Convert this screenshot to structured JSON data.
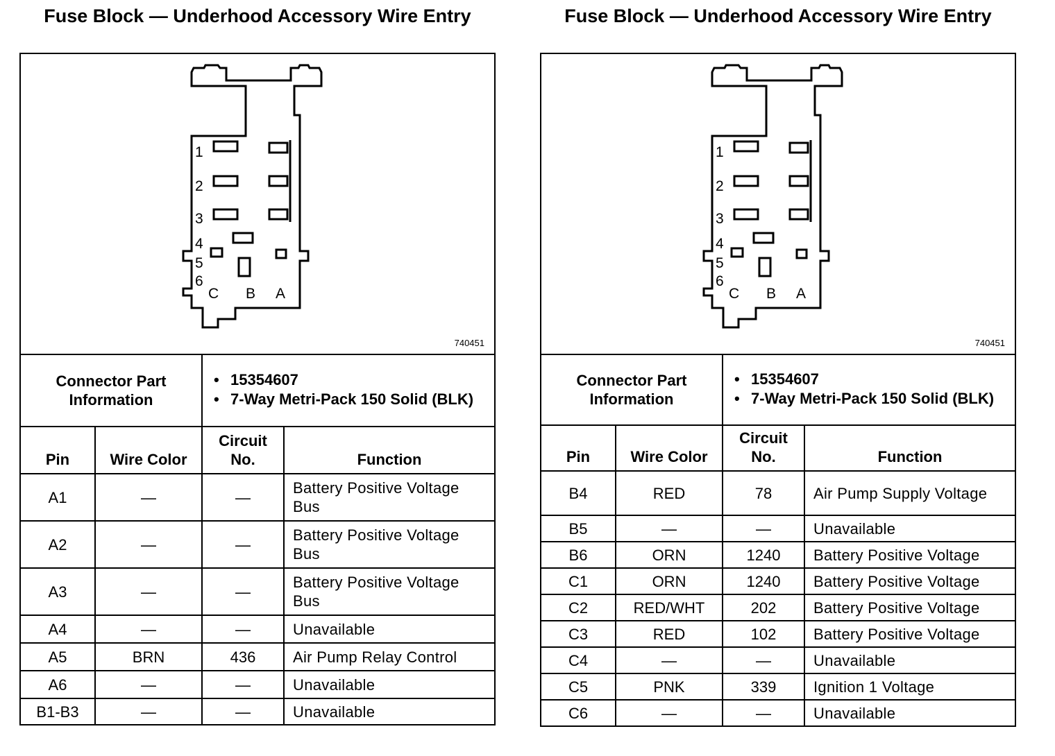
{
  "panels": [
    {
      "title": "Fuse Block — Underhood Accessory Wire Entry",
      "figure_number": "740451",
      "connector_label": "Connector Part Information",
      "connector_info": [
        "15354607",
        "7-Way Metri-Pack 150 Solid (BLK)"
      ],
      "headers": {
        "pin": "Pin",
        "wire_color": "Wire Color",
        "circuit": "Circuit No.",
        "function": "Function"
      },
      "rows": [
        {
          "pin": "A1",
          "wire_color": "—",
          "circuit": "—",
          "function": "Battery Positive Voltage Bus"
        },
        {
          "pin": "A2",
          "wire_color": "—",
          "circuit": "—",
          "function": "Battery Positive Voltage Bus"
        },
        {
          "pin": "A3",
          "wire_color": "—",
          "circuit": "—",
          "function": "Battery Positive Voltage Bus"
        },
        {
          "pin": "A4",
          "wire_color": "—",
          "circuit": "—",
          "function": "Unavailable"
        },
        {
          "pin": "A5",
          "wire_color": "BRN",
          "circuit": "436",
          "function": "Air Pump Relay Control"
        },
        {
          "pin": "A6",
          "wire_color": "—",
          "circuit": "—",
          "function": "Unavailable"
        },
        {
          "pin": "B1-B3",
          "wire_color": "—",
          "circuit": "—",
          "function": "Unavailable"
        }
      ]
    },
    {
      "title": "Fuse Block — Underhood Accessory Wire Entry",
      "figure_number": "740451",
      "connector_label": "Connector Part Information",
      "connector_info": [
        "15354607",
        "7-Way Metri-Pack 150 Solid (BLK)"
      ],
      "headers": {
        "pin": "Pin",
        "wire_color": "Wire Color",
        "circuit": "Circuit No.",
        "function": "Function"
      },
      "rows": [
        {
          "pin": "B4",
          "wire_color": "RED",
          "circuit": "78",
          "function": "Air Pump Supply Voltage"
        },
        {
          "pin": "B5",
          "wire_color": "—",
          "circuit": "—",
          "function": "Unavailable"
        },
        {
          "pin": "B6",
          "wire_color": "ORN",
          "circuit": "1240",
          "function": "Battery Positive Voltage"
        },
        {
          "pin": "C1",
          "wire_color": "ORN",
          "circuit": "1240",
          "function": "Battery Positive Voltage"
        },
        {
          "pin": "C2",
          "wire_color": "RED/WHT",
          "circuit": "202",
          "function": "Battery Positive Voltage"
        },
        {
          "pin": "C3",
          "wire_color": "RED",
          "circuit": "102",
          "function": "Battery Positive Voltage"
        },
        {
          "pin": "C4",
          "wire_color": "—",
          "circuit": "—",
          "function": "Unavailable"
        },
        {
          "pin": "C5",
          "wire_color": "PNK",
          "circuit": "339",
          "function": "Ignition 1 Voltage"
        },
        {
          "pin": "C6",
          "wire_color": "—",
          "circuit": "—",
          "function": "Unavailable"
        }
      ]
    }
  ],
  "diagram_labels": {
    "rows": [
      "1",
      "2",
      "3",
      "4",
      "5",
      "6"
    ],
    "cols": [
      "C",
      "B",
      "A"
    ]
  }
}
